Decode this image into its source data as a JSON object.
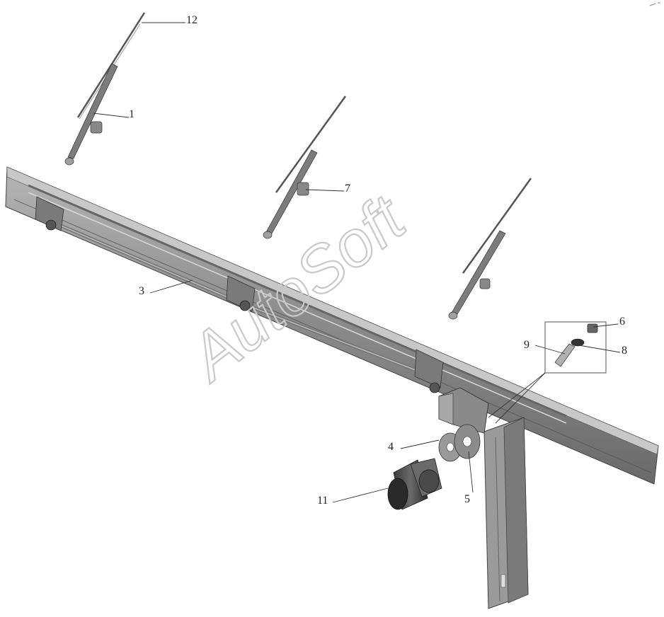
{
  "watermark": "AutoSoft",
  "callouts": {
    "c1": "1",
    "c3": "3",
    "c4": "4",
    "c5": "5",
    "c6": "6",
    "c7": "7",
    "c8": "8",
    "c9": "9",
    "c11": "11",
    "c12": "12"
  },
  "colors": {
    "part_fill": "#8f8f8f",
    "part_dark": "#5c5c5c",
    "part_light": "#bdbdbd",
    "line": "#333333",
    "watermark": "#c9c9c9"
  }
}
